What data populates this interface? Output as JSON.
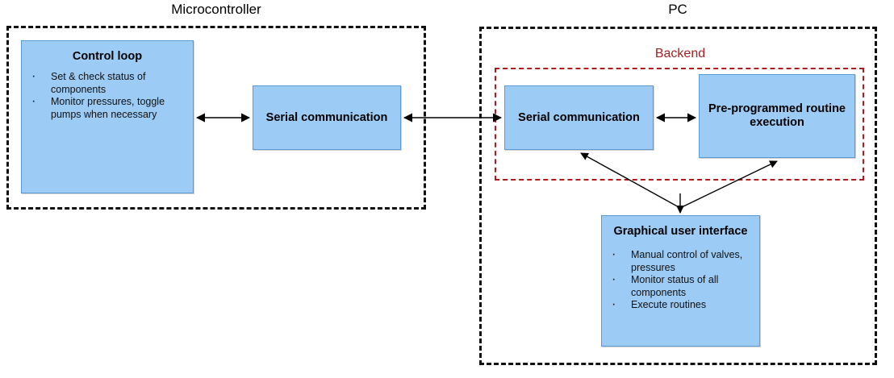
{
  "diagram": {
    "title_microcontroller": "Microcontroller",
    "title_pc": "PC",
    "title_backend": "Backend",
    "colors": {
      "node_fill": "#9CCBF5",
      "node_border": "#5B9BD5",
      "group_border": "#111111",
      "backend_border": "#B01A1A",
      "backend_label": "#A02123",
      "arrow": "#000000"
    }
  },
  "nodes": {
    "control_loop": {
      "title": "Control loop",
      "bullets": [
        "Set & check status of components",
        "Monitor pressures, toggle pumps when necessary"
      ]
    },
    "serial_mcu": {
      "title": "Serial communication"
    },
    "serial_pc": {
      "title": "Serial communication"
    },
    "routine": {
      "title": "Pre-programmed routine execution"
    },
    "gui": {
      "title": "Graphical user interface",
      "bullets": [
        "Manual control of valves, pressures",
        "Monitor status of all components",
        "Execute routines"
      ]
    }
  },
  "connections": [
    {
      "name": "control-loop-to-serial-mcu",
      "type": "double-arrow",
      "from": "control_loop",
      "to": "serial_mcu"
    },
    {
      "name": "serial-mcu-to-serial-pc",
      "type": "double-arrow",
      "from": "serial_mcu",
      "to": "serial_pc"
    },
    {
      "name": "serial-pc-to-routine",
      "type": "double-arrow",
      "from": "serial_pc",
      "to": "routine"
    },
    {
      "name": "gui-to-backend",
      "type": "triple-arrow-v",
      "from": "gui",
      "to": "serial_pc, routine"
    }
  ]
}
